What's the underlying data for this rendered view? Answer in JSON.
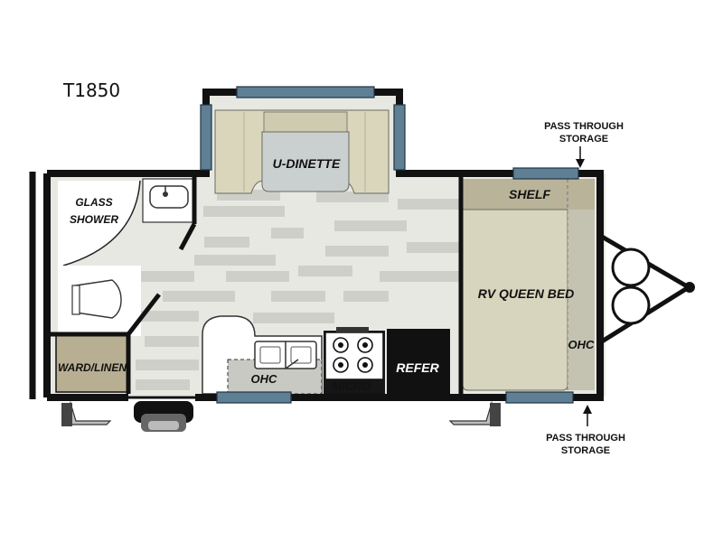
{
  "model": "T1850",
  "labels": {
    "u_dinette": "U-DINETTE",
    "glass_shower": [
      "GLASS",
      "SHOWER"
    ],
    "shelf": "SHELF",
    "rv_queen_bed": "RV QUEEN BED",
    "ohc_bed": "OHC",
    "ward_linen": "WARD/LINEN",
    "ohc_kitchen": "OHC",
    "micro": "MICRO",
    "refer": "REFER"
  },
  "notes": {
    "pass_through_top": [
      "PASS THROUGH",
      "STORAGE"
    ],
    "pass_through_bottom": [
      "PASS THROUGH",
      "STORAGE"
    ]
  },
  "colors": {
    "wall": "#111111",
    "floor_light": "#e8e8e3",
    "floor_plank": "#cfcfca",
    "cushion": "#d9d6bc",
    "table": "#c9d0cf",
    "window": "#5f7f94",
    "shelf": "#b9b39a",
    "bed": "#d7d5bd",
    "ohc": "#c4c3b2",
    "wardrobe": "#b8ae92",
    "counter": "#c9c9c4"
  }
}
